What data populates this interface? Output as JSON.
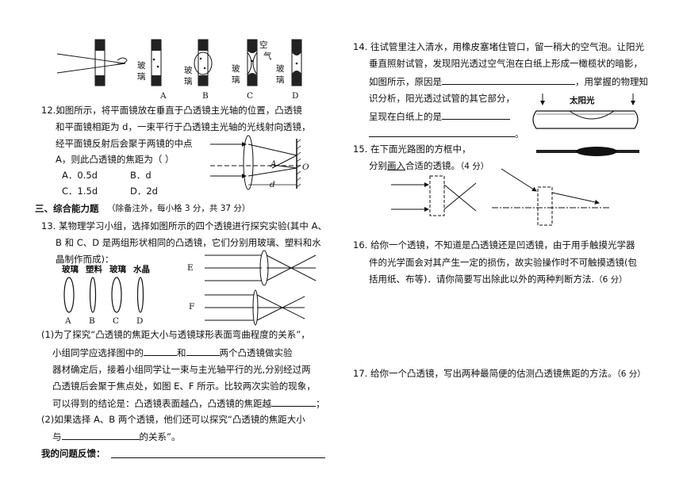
{
  "top_fig": {
    "glass_labels": [
      "玻",
      "璃"
    ],
    "air_labels": [
      "空",
      "气"
    ],
    "letters": [
      "A",
      "B",
      "C",
      "D"
    ]
  },
  "q12": {
    "l1": "12.如图所示，将平面镜放在垂直于凸透镜主光轴的位置，凸透镜",
    "l2": "和平面镜相距为 d，一束平行于凸透镜主光轴的光线射向透镜，",
    "l3": "经平面镜反射后会聚于两镜的中点",
    "l4": "A，则此凸透镜的焦距为（      ）",
    "opt_a": "A．0.5d",
    "opt_b": "B．d",
    "opt_c": "C．1.5d",
    "opt_d": "D．2d",
    "fig_a": "A",
    "fig_o": "O",
    "fig_d": "d"
  },
  "section3": {
    "title": "三、综合能力题",
    "note": "（除备注外，每小格 3 分，共 37 分）"
  },
  "q13": {
    "l1": "13.  某物理学习小组，选择如图所示的四个透镜进行探究实验(其中 A、",
    "l2": "B 和 C、D 是两组形状相同的凸透镜，它们分别用玻璃、塑料和水",
    "l3": "晶制作而成)：",
    "lens_materials": [
      "玻璃",
      "塑料",
      "玻璃",
      "水晶"
    ],
    "lens_letters": [
      "A",
      "B",
      "C",
      "D"
    ],
    "fig_e": "E",
    "fig_f": "F",
    "p1a": "(1)为了探究“凸透镜的焦距大小与透镜球形表面弯曲程度的关系”，",
    "p1b_pre": "小组同学应选择图中的",
    "p1b_mid": "和",
    "p1b_post": "两个凸透镜做实验",
    "p1c": "器材确定后，接着小组同学让一束与主光轴平行的光,分别经过两",
    "p1d": "凸透镜后会聚于焦点处，如图 E、F 所示。比较两次实验的现象，",
    "p1e": "可以得到的结论是：凸透镜表面越凸，凸透镜的焦距越",
    "p1e_end": "；",
    "p2a": "(2)如果选择 A、B 两个透镜，他们还可以探究“凸透镜的焦距大小",
    "p2b_pre": "与",
    "p2b_post": "的关系”。",
    "feedback": "我的问题反馈："
  },
  "q14": {
    "l1": "14.  往试管里注入清水，用橡皮塞堵住管口，留一稍大的空气泡。让阳光",
    "l2": "垂直照射试管，发现阳光透过空气泡在白纸上形成一橄榄状的暗影，",
    "l3_pre": "如图所示，原因是",
    "l3_post": "，用掌握的物理知",
    "l4": "识分析，阳光透过试管的其它部分，",
    "l5": "呈现在白纸上的是",
    "fig_sun": "太阳光",
    "period": "。"
  },
  "q15": {
    "l1": "15.  在下面光路图的方框中，",
    "l2_pre": "分别",
    "l2_u": "画入",
    "l2_post": "合适的透镜。",
    "score": "（4 分）"
  },
  "q16": {
    "l1": "16.  给你一个透镜，不知道是凸透镜还是凹透镜，由于用手触摸光学器",
    "l2": "件的光学面会对其产生一定的损伤，故实验操作时不可触摸透镜(包",
    "l3": "括用纸、布等)．请你简要写出除此以外的两种判断方法.",
    "score": "（6 分）"
  },
  "q17": {
    "l1": "17.  给你一个凸透镜，写出两种最简便的估测凸透镜焦距的方法。",
    "score": "（6 分）"
  }
}
